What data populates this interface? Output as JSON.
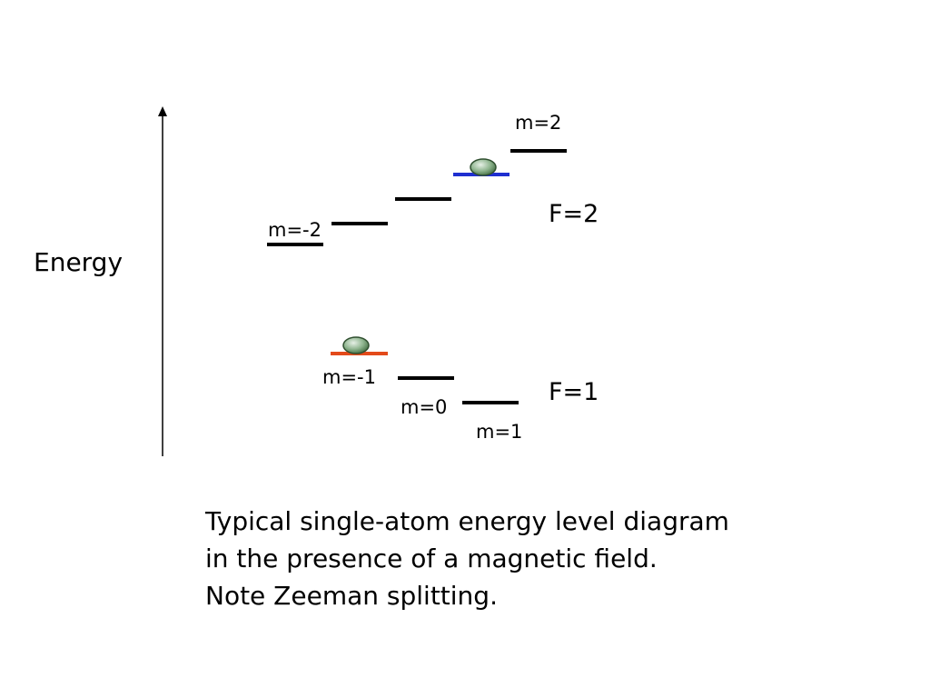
{
  "axis_label": "Energy",
  "state_labels": {
    "f2_m2": "m=2",
    "f2_mneg2": "m=-2",
    "f1_mneg1": "m=-1",
    "f1_m0": "m=0",
    "f1_m1": "m=1"
  },
  "manifold_labels": {
    "f2": "F=2",
    "f1": "F=1"
  },
  "caption": {
    "line1": "Typical single-atom energy level diagram",
    "line2": "in the presence of a magnetic field.",
    "line3": "Note Zeeman splitting."
  },
  "colors": {
    "level": "#000000",
    "highlight_f2": "#1f2fd0",
    "highlight_f1": "#e34a1a",
    "atom_fill": "#8fb58f",
    "atom_edge": "#2f4f2f"
  }
}
